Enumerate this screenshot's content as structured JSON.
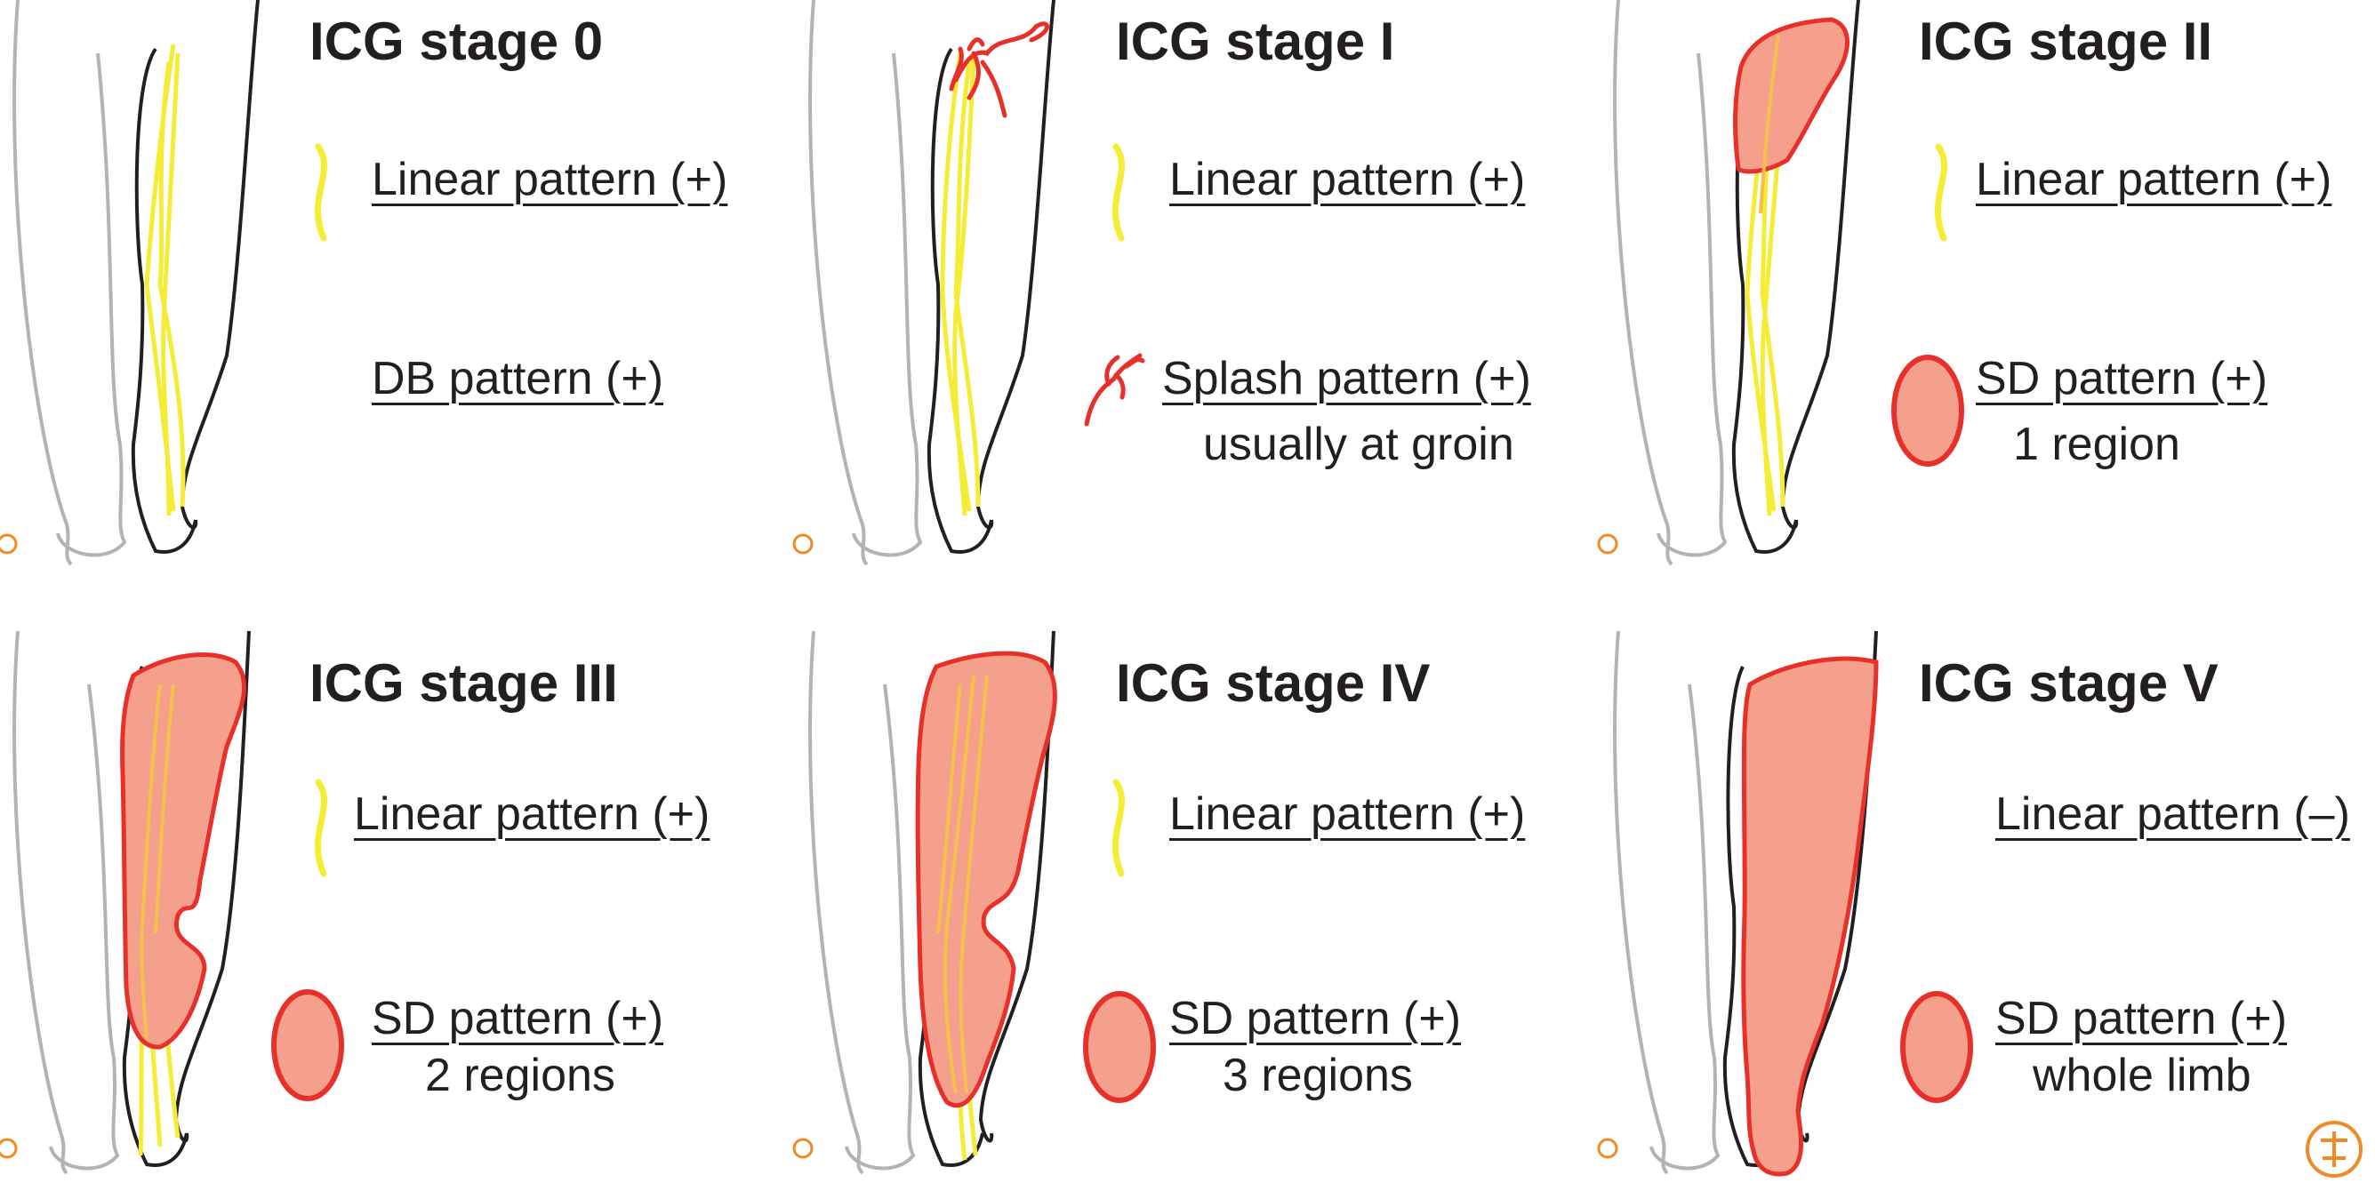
{
  "panels": [
    {
      "title": "ICG stage 0",
      "linear": "Linear pattern (+)",
      "pattern": "DB pattern (+)",
      "detail": ""
    },
    {
      "title": "ICG stage I",
      "linear": "Linear pattern (+)",
      "pattern": "Splash pattern (+)",
      "detail": "usually at groin"
    },
    {
      "title": "ICG stage II",
      "linear": "Linear pattern (+)",
      "pattern": "SD pattern (+)",
      "detail": "1 region"
    },
    {
      "title": "ICG stage III",
      "linear": "Linear pattern (+)",
      "pattern": "SD pattern (+)",
      "detail": "2 regions"
    },
    {
      "title": "ICG stage IV",
      "linear": "Linear pattern (+)",
      "pattern": "SD pattern (+)",
      "detail": "3 regions"
    },
    {
      "title": "ICG stage V",
      "linear": "Linear pattern (–)",
      "pattern": "SD pattern (+)",
      "detail": "whole limb"
    }
  ],
  "colors": {
    "linear_yellow": "#f4ec35",
    "sd_fill": "#f4a08c",
    "sd_stroke": "#e8302a",
    "splash_red": "#e8302a",
    "outline_black": "#231f20",
    "outline_gray": "#b3b3b3",
    "seal_orange": "#f08a24"
  },
  "icons": {
    "linear": "yellow-wavy-line-icon",
    "splash": "red-splash-icon",
    "sd": "red-oval-icon"
  }
}
